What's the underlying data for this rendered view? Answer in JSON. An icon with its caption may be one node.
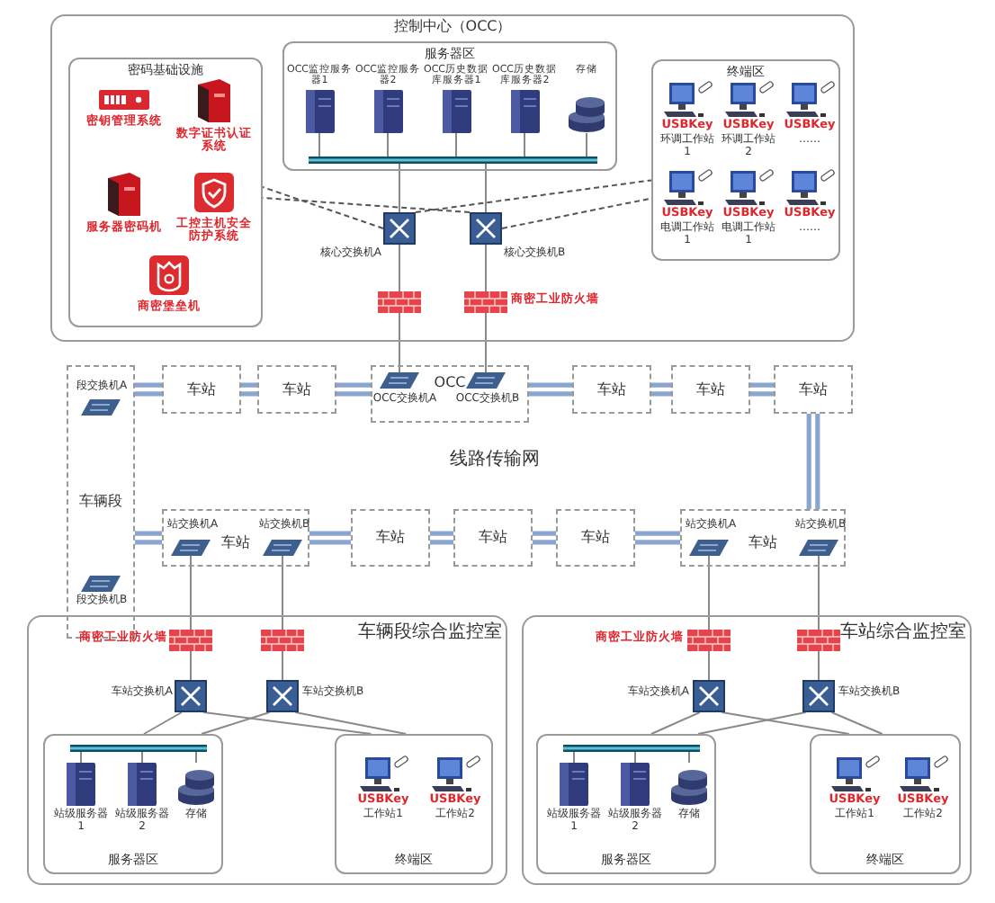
{
  "diagram": {
    "nodes": [
      {
        "text": [
          "控制中心（OCC）"
        ]
      },
      {
        "text": [
          "密码基础设施"
        ],
        "in": 0
      },
      {
        "text": [
          "密钥管理系统"
        ],
        "in": 1
      },
      {
        "text": [
          "数字证书认证系统"
        ],
        "in": 1
      },
      {
        "text": [
          "服务器密码机"
        ],
        "in": 1
      },
      {
        "text": [
          "工控主机安全防护系统"
        ],
        "in": 1
      },
      {
        "text": [
          "商密堡垒机"
        ],
        "in": 1
      },
      {
        "text": [
          "服务器区"
        ],
        "in": 0
      },
      {
        "text": [
          "OCC监控服务器1"
        ],
        "in": 7
      },
      {
        "text": [
          "OCC监控服务器2"
        ],
        "in": 7
      },
      {
        "text": [
          "OCC历史数据库服务器1"
        ],
        "in": 7
      },
      {
        "text": [
          "OCC历史数据库服务器2"
        ],
        "in": 7
      },
      {
        "text": [
          "存储"
        ],
        "in": 7
      },
      {
        "text": [
          "终端区"
        ],
        "in": 0
      },
      {
        "text": [
          "USBKey",
          "环调工作站1"
        ],
        "in": 13
      },
      {
        "text": [
          "USBKey",
          "环调工作站2"
        ],
        "in": 13
      },
      {
        "text": [
          "USBKey",
          "……"
        ],
        "in": 13
      },
      {
        "text": [
          "USBKey",
          "电调工作站1"
        ],
        "in": 13
      },
      {
        "text": [
          "USBKey",
          "电调工作站1"
        ],
        "in": 13
      },
      {
        "text": [
          "USBKey",
          "……"
        ],
        "in": 13
      },
      {
        "text": [],
        "shape": "picture",
        "in": 0,
        "beside": [
          "核心交换机A"
        ]
      },
      {
        "text": [],
        "shape": "picture",
        "in": 0,
        "beside": [
          "核心交换机B"
        ]
      },
      {
        "text": [],
        "shape": "picture",
        "in": 0
      },
      {
        "text": [],
        "shape": "picture",
        "in": 0,
        "beside": [
          "商密工业防火墙"
        ]
      },
      {
        "text": [
          "车辆段"
        ]
      },
      {
        "text": [],
        "shape": "picture",
        "in": 24,
        "beside": [
          "段交换机A"
        ]
      },
      {
        "text": [],
        "shape": "picture",
        "in": 24,
        "beside": [
          "段交换机B"
        ]
      },
      {
        "text": [
          "车站"
        ]
      },
      {
        "text": [
          "车站"
        ]
      },
      {
        "text": [
          "OCC"
        ]
      },
      {
        "text": [],
        "shape": "picture",
        "in": 29,
        "beside": [
          "OCC交换机A"
        ]
      },
      {
        "text": [],
        "shape": "picture",
        "in": 29,
        "beside": [
          "OCC交换机B"
        ]
      },
      {
        "text": [
          "车站"
        ]
      },
      {
        "text": [
          "车站"
        ]
      },
      {
        "text": [
          "车站"
        ]
      },
      {
        "text": [
          "车站"
        ]
      },
      {
        "text": [],
        "shape": "picture",
        "in": 35,
        "beside": [
          "站交换机A"
        ]
      },
      {
        "text": [],
        "shape": "picture",
        "in": 35,
        "beside": [
          "站交换机B"
        ]
      },
      {
        "text": [
          "车站"
        ]
      },
      {
        "text": [
          "车站"
        ]
      },
      {
        "text": [
          "车站"
        ]
      },
      {
        "text": [
          "车站"
        ]
      },
      {
        "text": [],
        "shape": "picture",
        "in": 41,
        "beside": [
          "站交换机A"
        ]
      },
      {
        "text": [],
        "shape": "picture",
        "in": 41,
        "beside": [
          "站交换机B"
        ]
      },
      {
        "text": [
          "车辆段综合监控室"
        ]
      },
      {
        "text": [],
        "shape": "picture",
        "in": 44,
        "beside": [
          "商密工业防火墙"
        ]
      },
      {
        "text": [],
        "shape": "picture",
        "in": 44
      },
      {
        "text": [],
        "shape": "picture",
        "in": 44,
        "beside": [
          "车站交换机A"
        ]
      },
      {
        "text": [],
        "shape": "picture",
        "in": 44,
        "beside": [
          "车站交换机B"
        ]
      },
      {
        "text": [
          "服务器区"
        ],
        "in": 44
      },
      {
        "text": [
          "站级服务器1"
        ],
        "in": 49
      },
      {
        "text": [
          "站级服务器2"
        ],
        "in": 49
      },
      {
        "text": [
          "存储"
        ],
        "in": 49
      },
      {
        "text": [
          "终端区"
        ],
        "in": 44
      },
      {
        "text": [
          "USBKey",
          "工作站1"
        ],
        "in": 53
      },
      {
        "text": [
          "USBKey",
          "工作站2"
        ],
        "in": 53
      },
      {
        "text": [
          "车站综合监控室"
        ]
      },
      {
        "text": [],
        "shape": "picture",
        "in": 56,
        "beside": [
          "商密工业防火墙"
        ]
      },
      {
        "text": [],
        "shape": "picture",
        "in": 56
      },
      {
        "text": [],
        "shape": "picture",
        "in": 56,
        "beside": [
          "车站交换机A"
        ]
      },
      {
        "text": [],
        "shape": "picture",
        "in": 56,
        "beside": [
          "车站交换机B"
        ]
      },
      {
        "text": [
          "服务器区"
        ],
        "in": 56
      },
      {
        "text": [
          "站级服务器1"
        ],
        "in": 61
      },
      {
        "text": [
          "站级服务器2"
        ],
        "in": 61
      },
      {
        "text": [
          "存储"
        ],
        "in": 61
      },
      {
        "text": [
          "终端区"
        ],
        "in": 56
      },
      {
        "text": [
          "USBKey",
          "工作站1"
        ],
        "in": 65
      },
      {
        "text": [
          "USBKey",
          "工作站2"
        ],
        "in": 65
      }
    ],
    "edges": [
      {
        "from": 7,
        "to": 20,
        "arrow": "none"
      },
      {
        "from": 7,
        "to": 21,
        "arrow": "none"
      },
      {
        "from": 20,
        "to": 22,
        "arrow": "none"
      },
      {
        "from": 21,
        "to": 23,
        "arrow": "none"
      },
      {
        "from": 22,
        "to": 30,
        "arrow": "none"
      },
      {
        "from": 23,
        "to": 31,
        "arrow": "none"
      },
      {
        "from": 20,
        "to": 1,
        "arrow": "none",
        "style": "dashed"
      },
      {
        "from": 21,
        "to": 1,
        "arrow": "none",
        "style": "dashed"
      },
      {
        "from": 20,
        "to": 13,
        "arrow": "none",
        "style": "dashed"
      },
      {
        "from": 21,
        "to": 13,
        "arrow": "none",
        "style": "dashed"
      },
      {
        "from": 24,
        "to": 27,
        "arrow": "none",
        "style": "thick",
        "color": "#8aa5cf"
      },
      {
        "from": 27,
        "to": 28,
        "arrow": "none",
        "style": "thick",
        "color": "#8aa5cf"
      },
      {
        "from": 28,
        "to": 29,
        "arrow": "none",
        "style": "thick",
        "color": "#8aa5cf"
      },
      {
        "from": 29,
        "to": 32,
        "arrow": "none",
        "style": "thick",
        "color": "#8aa5cf"
      },
      {
        "from": 32,
        "to": 33,
        "arrow": "none",
        "style": "thick",
        "color": "#8aa5cf"
      },
      {
        "from": 33,
        "to": 34,
        "arrow": "none",
        "style": "thick",
        "color": "#8aa5cf"
      },
      {
        "from": 34,
        "to": 41,
        "arrow": "none",
        "style": "thick",
        "color": "#8aa5cf"
      },
      {
        "from": 41,
        "to": 40,
        "arrow": "none",
        "style": "thick",
        "color": "#8aa5cf"
      },
      {
        "from": 40,
        "to": 39,
        "arrow": "none",
        "style": "thick",
        "color": "#8aa5cf"
      },
      {
        "from": 39,
        "to": 38,
        "arrow": "none",
        "style": "thick",
        "color": "#8aa5cf"
      },
      {
        "from": 38,
        "to": 35,
        "arrow": "none",
        "style": "thick",
        "color": "#8aa5cf"
      },
      {
        "from": 35,
        "to": 24,
        "arrow": "none",
        "style": "thick",
        "color": "#8aa5cf"
      },
      {
        "from": 36,
        "to": 45,
        "arrow": "none"
      },
      {
        "from": 37,
        "to": 46,
        "arrow": "none"
      },
      {
        "from": 45,
        "to": 47,
        "arrow": "none"
      },
      {
        "from": 46,
        "to": 48,
        "arrow": "none"
      },
      {
        "from": 47,
        "to": 49,
        "arrow": "none"
      },
      {
        "from": 47,
        "to": 53,
        "arrow": "none"
      },
      {
        "from": 48,
        "to": 49,
        "arrow": "none"
      },
      {
        "from": 48,
        "to": 53,
        "arrow": "none"
      },
      {
        "from": 42,
        "to": 57,
        "arrow": "none"
      },
      {
        "from": 43,
        "to": 58,
        "arrow": "none"
      },
      {
        "from": 57,
        "to": 59,
        "arrow": "none"
      },
      {
        "from": 58,
        "to": 60,
        "arrow": "none"
      },
      {
        "from": 59,
        "to": 61,
        "arrow": "none"
      },
      {
        "from": 59,
        "to": 65,
        "arrow": "none"
      },
      {
        "from": 60,
        "to": 61,
        "arrow": "none"
      },
      {
        "from": 60,
        "to": 65,
        "arrow": "none"
      }
    ],
    "labels": [
      "线路传输网"
    ]
  }
}
